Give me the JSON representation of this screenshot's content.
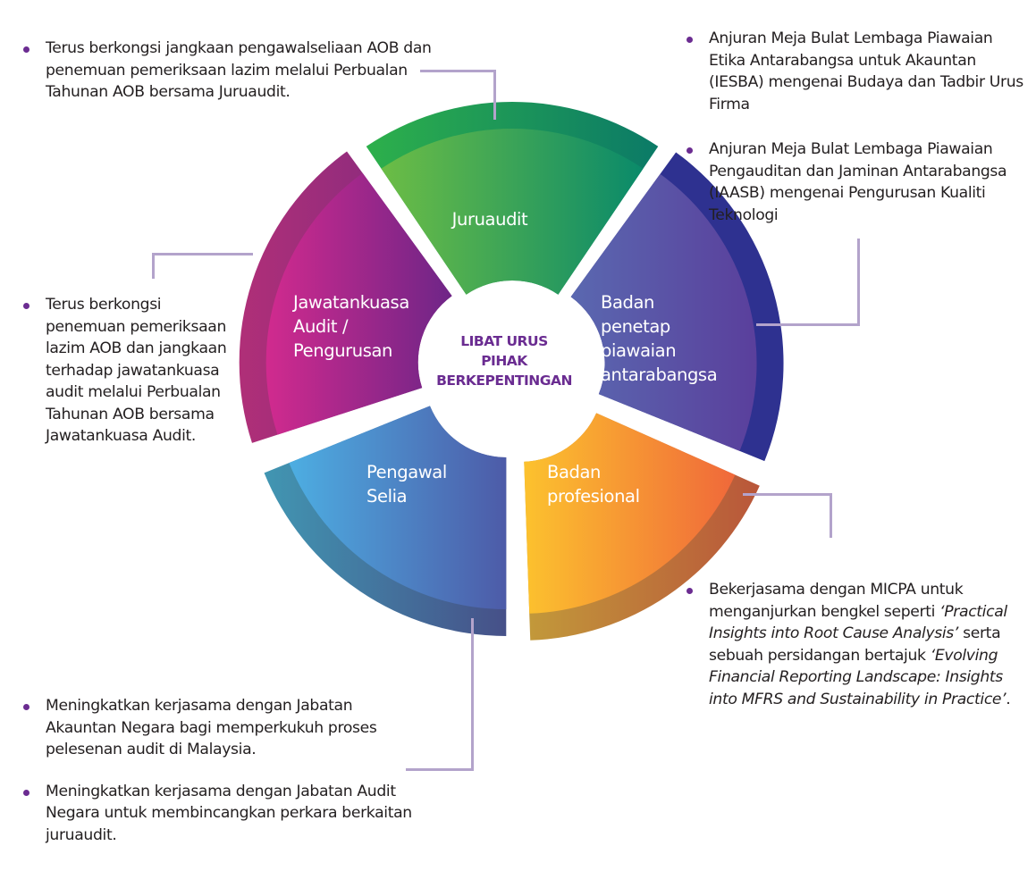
{
  "diagram": {
    "center_title_lines": [
      "LIBAT URUS",
      "PIHAK",
      "BERKEPENTINGAN"
    ],
    "segments": [
      {
        "id": "juruaudit",
        "label_lines": [
          "Juruaudit"
        ],
        "colors": [
          "#6cbd45",
          "#0a8a6a"
        ],
        "rim": [
          "#2db04b",
          "#0b7a67"
        ]
      },
      {
        "id": "badan-penetap-piawaian",
        "label_lines": [
          "Badan",
          "penetap",
          "piawaian",
          "antarabangsa"
        ],
        "colors": [
          "#5a68b0",
          "#5a3f9c"
        ],
        "rim": [
          "#2e3190",
          "#2e3190"
        ]
      },
      {
        "id": "badan-profesional",
        "label_lines": [
          "Badan",
          "profesional"
        ],
        "colors": [
          "#fcc22e",
          "#f0683a"
        ],
        "rim": [
          "#c29a3a",
          "#b9563a"
        ]
      },
      {
        "id": "pengawal-selia",
        "label_lines": [
          "Pengawal",
          "Selia"
        ],
        "colors": [
          "#4daee2",
          "#4d5ba8"
        ],
        "rim": [
          "#4196b2",
          "#465088"
        ]
      },
      {
        "id": "jawatankuasa-audit",
        "label_lines": [
          "Jawatankuasa",
          "Audit /",
          "Pengurusan"
        ],
        "colors": [
          "#d12a8e",
          "#6e2587"
        ],
        "rim": [
          "#b02f78",
          "#7c2a80"
        ]
      }
    ]
  },
  "notes": {
    "top_left": [
      {
        "text": "Terus berkongsi jangkaan pengawalseliaan AOB dan penemuan pemeriksaan lazim melalui Perbualan Tahunan AOB bersama Juruaudit."
      }
    ],
    "top_right": [
      {
        "text": "Anjuran Meja Bulat Lembaga Piawaian Etika Antarabangsa untuk Akauntan (IESBA) mengenai Budaya dan Tadbir Urus Firma"
      },
      {
        "text": "Anjuran Meja Bulat Lembaga Piawaian Pengauditan dan Jaminan Antarabangsa (IAASB) mengenai Pengurusan Kualiti Teknologi"
      }
    ],
    "middle_left": [
      {
        "text": "Terus berkongsi penemuan pemeriksaan lazim AOB dan jangkaan terhadap jawatankuasa audit melalui Perbualan Tahunan AOB bersama Jawatankuasa Audit."
      }
    ],
    "bottom_right": {
      "part1": "Bekerjasama dengan MICPA untuk menganjurkan bengkel seperti ",
      "italic1": "‘Practical Insights into Root Cause Analysis’",
      "part2": " serta sebuah persidangan bertajuk ",
      "italic2": "‘Evolving Financial Reporting Landscape: Insights into MFRS and Sustainability in Practice’",
      "part3": "."
    },
    "bottom_left": [
      {
        "text": "Meningkatkan kerjasama dengan Jabatan Akauntan Negara bagi memperkukuh proses pelesenan audit di Malaysia."
      },
      {
        "text": "Meningkatkan kerjasama dengan Jabatan Audit Negara untuk membincangkan perkara berkaitan juruaudit."
      }
    ]
  },
  "colors": {
    "bullet": "#6b2c91",
    "connector": "#b3a3cb",
    "center_text": "#6a2c91"
  }
}
